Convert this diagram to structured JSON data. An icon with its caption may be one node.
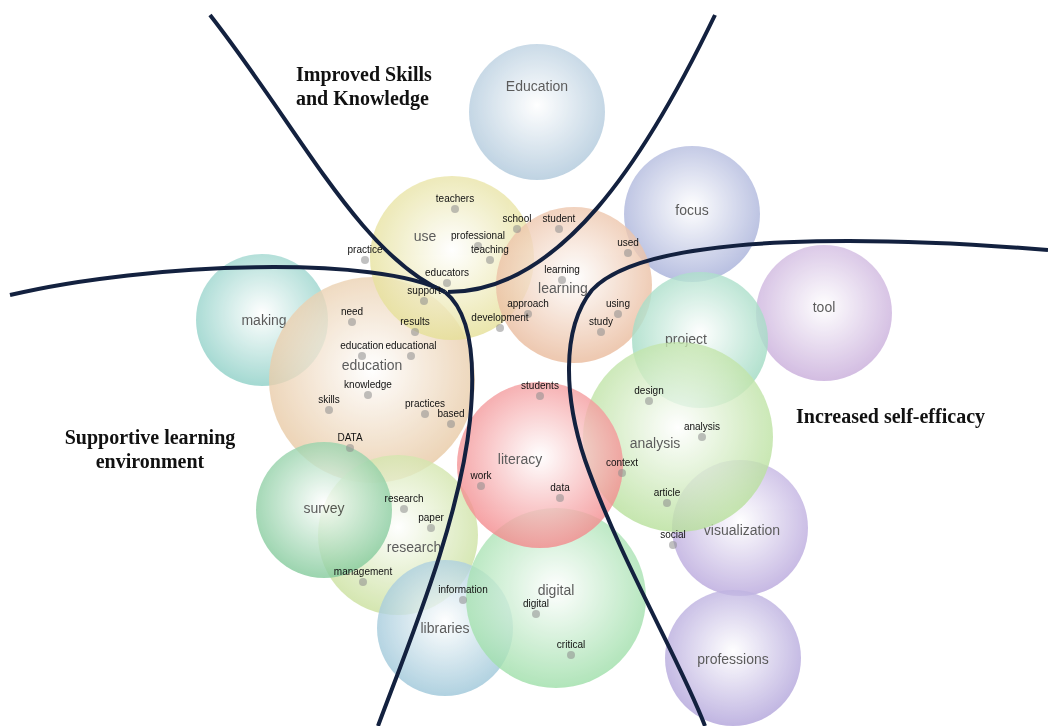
{
  "diagram": {
    "nodes": [
      {
        "text": [
          "Education"
        ]
      },
      {
        "text": [
          "use"
        ]
      },
      {
        "text": [
          "focus"
        ]
      },
      {
        "text": [
          "learning"
        ]
      },
      {
        "text": [
          "tool"
        ]
      },
      {
        "text": [
          "making"
        ]
      },
      {
        "text": [
          "education"
        ]
      },
      {
        "text": [
          "project"
        ]
      },
      {
        "text": [
          "literacy"
        ]
      },
      {
        "text": [
          "analysis"
        ]
      },
      {
        "text": [
          "survey"
        ]
      },
      {
        "text": [
          "research"
        ]
      },
      {
        "text": [
          "visualization"
        ]
      },
      {
        "text": [
          "digital"
        ]
      },
      {
        "text": [
          "libraries"
        ]
      },
      {
        "text": [
          "professions"
        ]
      }
    ],
    "labels": [
      "Improved Skills and Knowledge",
      "teachers",
      "school",
      "student",
      "professional",
      "used",
      "practice",
      "teaching",
      "educators",
      "learning",
      "support",
      "approach",
      "using",
      "need",
      "results",
      "development",
      "study",
      "education",
      "educational",
      "knowledge",
      "students",
      "design",
      "skills",
      "practices",
      "based",
      "Supportive learning environment",
      "Increased self-efficacy",
      "analysis",
      "DATA",
      "context",
      "work",
      "data",
      "article",
      "research",
      "paper",
      "social",
      "management",
      "information",
      "digital",
      "critical"
    ]
  }
}
